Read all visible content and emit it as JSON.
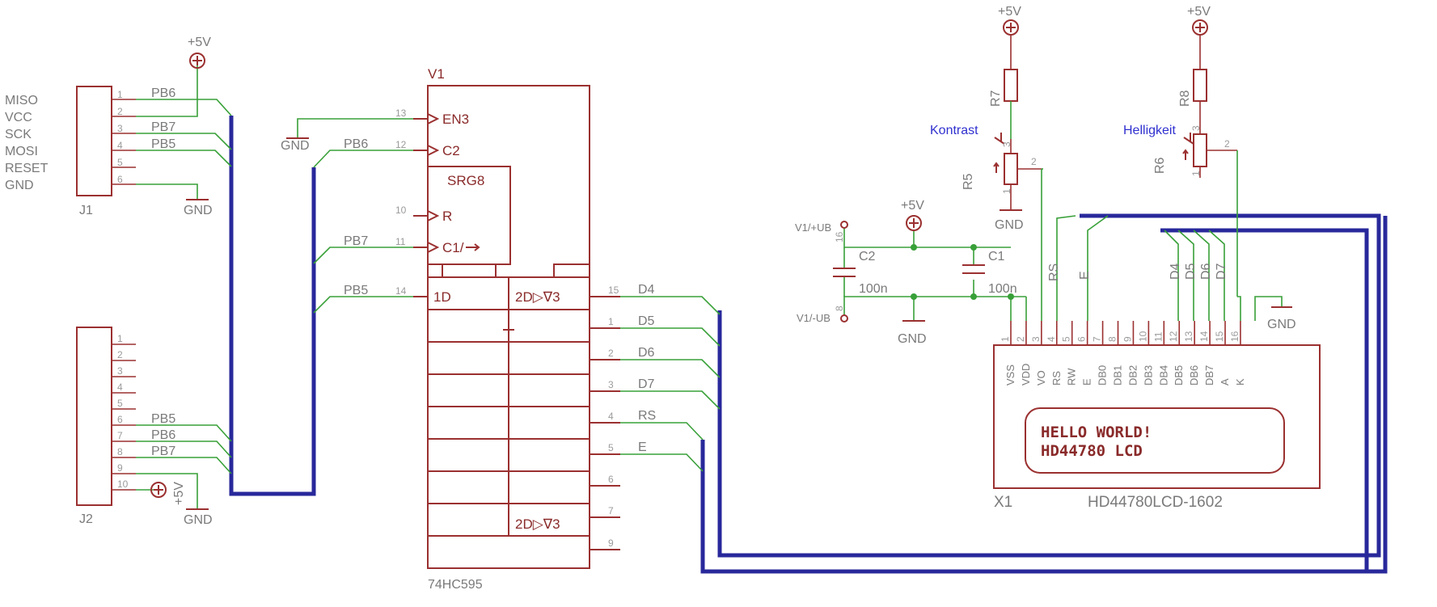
{
  "power": {
    "vcc": "+5V",
    "gnd": "GND"
  },
  "j1": {
    "name": "J1",
    "side_labels": [
      "MISO",
      "VCC",
      "SCK",
      "MOSI",
      "RESET",
      "GND"
    ],
    "pins": [
      "1",
      "2",
      "3",
      "4",
      "5",
      "6"
    ],
    "nets": [
      "PB6",
      "PB7",
      "PB5"
    ]
  },
  "j2": {
    "name": "J2",
    "pins": [
      "1",
      "2",
      "3",
      "4",
      "5",
      "6",
      "7",
      "8",
      "9",
      "10"
    ],
    "nets": [
      "PB5",
      "PB6",
      "PB7"
    ]
  },
  "v1": {
    "name": "V1",
    "value": "74HC595",
    "en": "EN3",
    "c2": "C2",
    "srg": "SRG8",
    "r": "R",
    "c1": "C1/",
    "d": "1D",
    "q": "2D▷∇3",
    "in_pins": [
      "13",
      "12",
      "10",
      "11",
      "14"
    ],
    "in_nets": [
      "PB6",
      "PB7",
      "PB5"
    ],
    "out_pins": [
      "15",
      "1",
      "2",
      "3",
      "4",
      "5",
      "6",
      "7",
      "9"
    ],
    "out_nets": [
      "D4",
      "D5",
      "D6",
      "D7",
      "RS",
      "E"
    ]
  },
  "caps": {
    "c1": "C1",
    "c2": "C2",
    "value": "100n",
    "ub_plus": "V1/+UB",
    "ub_minus": "V1/-UB",
    "pin16": "16",
    "pin8": "8"
  },
  "pots": {
    "r7": "R7",
    "r5": "R5",
    "kontrast": "Kontrast",
    "r8": "R8",
    "r6": "R6",
    "helligkeit": "Helligkeit",
    "p1": "1",
    "p2": "2",
    "p3": "3"
  },
  "lcd": {
    "name": "X1",
    "value": "HD44780LCD-1602",
    "pins": [
      "1",
      "2",
      "3",
      "4",
      "5",
      "6",
      "7",
      "8",
      "9",
      "10",
      "11",
      "12",
      "13",
      "14",
      "15",
      "16"
    ],
    "pin_names": [
      "VSS",
      "VDD",
      "VO",
      "RS",
      "RW",
      "E",
      "DB0",
      "DB1",
      "DB2",
      "DB3",
      "DB4",
      "DB5",
      "DB6",
      "DB7",
      "A",
      "K"
    ],
    "net_labels": [
      "RS",
      "E",
      "D4",
      "D5",
      "D6",
      "D7"
    ],
    "line1": "HELLO WORLD!",
    "line2": "HD44780 LCD"
  }
}
